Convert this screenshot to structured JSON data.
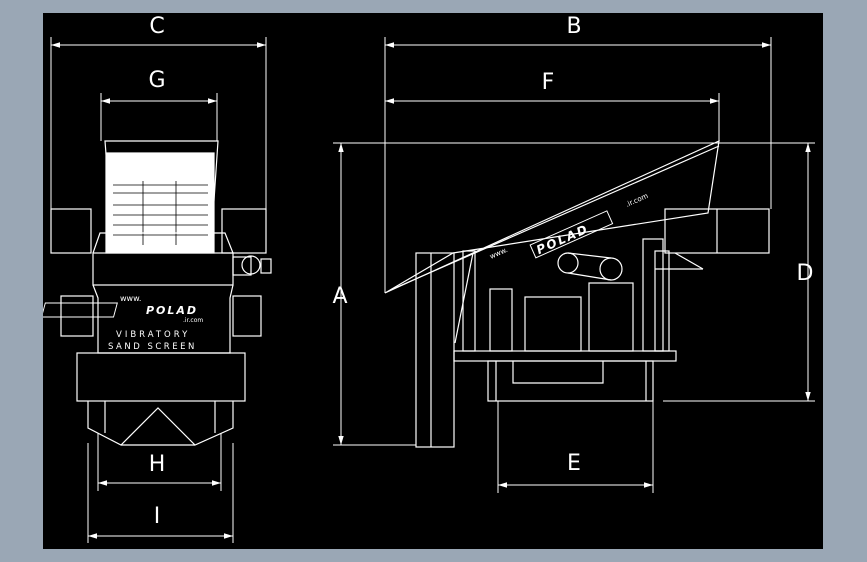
{
  "dimension_labels": {
    "a": "A",
    "b": "B",
    "c": "C",
    "d": "D",
    "e": "E",
    "f": "F",
    "g": "G",
    "h": "H",
    "i": "I"
  },
  "front_view": {
    "brand_url": "www.",
    "brand_logo": "POLAD",
    "brand_suffix": ".ir.com",
    "caption_line1": "VIBRATORY",
    "caption_line2": "SAND SCREEN"
  },
  "side_view": {
    "brand_url": "www.",
    "brand_logo": "POLAD",
    "brand_suffix": ".ir.com"
  },
  "colors": {
    "background_frame": "#9aa7b5",
    "drawing_area": "#000000",
    "linework": "#ffffff"
  }
}
